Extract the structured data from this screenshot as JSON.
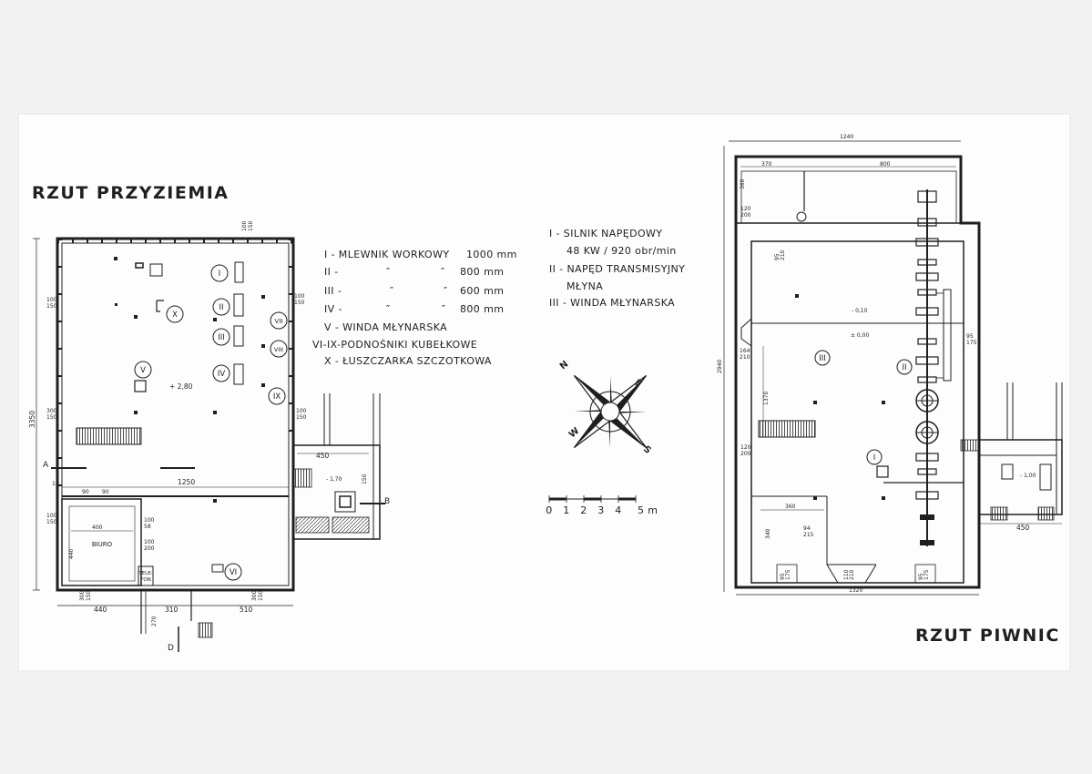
{
  "left_plan": {
    "title": "RZUT PRZYZIEMIA",
    "elevation": "+ 2,80",
    "office": "BIURO",
    "phone_line1": "TELE-",
    "phone_line2": "FON",
    "section_a": "A",
    "section_b": "B",
    "section_d": "D",
    "marks": [
      "I",
      "II",
      "III",
      "IV",
      "V",
      "VI",
      "VII",
      "VIII",
      "IX",
      "X"
    ],
    "dims": {
      "total_width": "1250",
      "total_height": "3350",
      "bottom_a": "440",
      "bottom_b": "310",
      "bottom_c": "510",
      "annex_width": "450",
      "office_width": "400",
      "office_height": "440",
      "stub": "270",
      "annex_level": "- 1,70",
      "annex_depth": "150",
      "small": "12",
      "top_window": [
        "100",
        "150"
      ],
      "win_left_1": [
        "100",
        "150"
      ],
      "win_left_2": [
        "300",
        "150"
      ],
      "win_left_3": [
        "100",
        "150"
      ],
      "win_right_1": [
        "100",
        "150"
      ],
      "win_right_2": [
        "100",
        "150"
      ],
      "door_office_1": [
        "100",
        "58"
      ],
      "door_office_2": [
        "100",
        "200"
      ],
      "door_bottom_1": [
        "300",
        "150"
      ],
      "door_bottom_2": [
        "300",
        "150"
      ],
      "inner": [
        "90",
        "90"
      ]
    }
  },
  "ground_legend": {
    "row1": {
      "label": "I - MLEWNIK WORKOWY",
      "size": "1000 mm"
    },
    "row2": {
      "label": "II -",
      "ditto_a": "″",
      "ditto_b": "″",
      "size": "800 mm"
    },
    "row3": {
      "label": "III -",
      "ditto_a": "″",
      "ditto_b": "″",
      "size": "600 mm"
    },
    "row4": {
      "label": "IV -",
      "ditto_a": "″",
      "ditto_b": "″",
      "size": "800 mm"
    },
    "row5": "V - WINDA MŁYNARSKA",
    "row6": "VI-IX-PODNOŚNIKI KUBEŁKOWE",
    "row7": "X - ŁUSZCZARKA SZCZOTKOWA"
  },
  "basement_legend": [
    "I - SILNIK NAPĘDOWY",
    "48 KW / 920 obr/min",
    "II - NAPĘD TRANSMISYJNY",
    "MŁYNA",
    "III - WINDA MŁYNARSKA"
  ],
  "compass": {
    "n": "N",
    "e": "E",
    "w": "W",
    "s": "S"
  },
  "scale": {
    "ticks": [
      "0",
      "1",
      "2",
      "3",
      "4",
      "5 m"
    ]
  },
  "right_plan": {
    "title": "RZUT PIWNIC",
    "marks": [
      "I",
      "II",
      "III"
    ],
    "levels": {
      "zero": "± 0,00",
      "minus_010": "- 0,10",
      "minus_100": "- 1,00"
    },
    "dims": {
      "overall_width": "1240",
      "overall_length": "1320",
      "overall_height": "2940",
      "inner_height": "1370",
      "north_1": "370",
      "north_2": "800",
      "north_depth": "360",
      "annex": "450",
      "room_w": "360",
      "room_h": "340",
      "door_1": [
        "94",
        "215"
      ],
      "door_2": [
        "164",
        "210"
      ],
      "door_3": [
        "95",
        "175"
      ],
      "door_4": [
        "120",
        "200"
      ],
      "door_5": [
        "120",
        "200"
      ],
      "door_6": [
        "95",
        "210"
      ],
      "door_b1": [
        "95",
        "175"
      ],
      "door_b2": [
        "95",
        "175"
      ],
      "door_b3": [
        "110",
        "210"
      ]
    }
  },
  "colors": {
    "ink": "#1f1f1f",
    "paper": "#fdfdfd",
    "background": "#f3f3f3"
  }
}
